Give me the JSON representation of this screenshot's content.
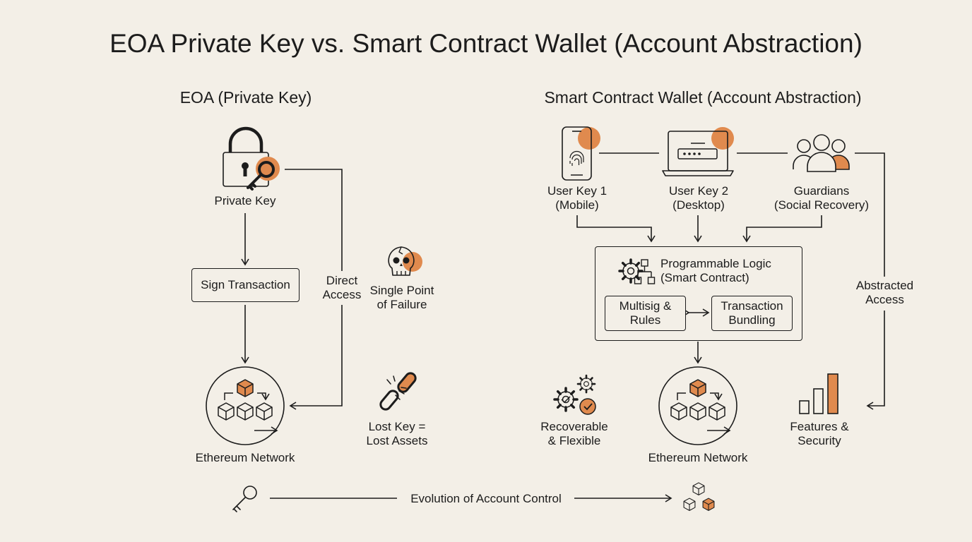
{
  "title": "EOA Private Key vs. Smart Contract Wallet (Account Abstraction)",
  "eoa": {
    "heading": "EOA (Private Key)",
    "private_key": "Private Key",
    "sign_transaction": "Sign Transaction",
    "direct_access_1": "Direct",
    "direct_access_2": "Access",
    "spof_1": "Single Point",
    "spof_2": "of Failure",
    "network": "Ethereum Network",
    "lost_1": "Lost Key =",
    "lost_2": "Lost Assets"
  },
  "scw": {
    "heading": "Smart Contract Wallet (Account Abstraction)",
    "key1_1": "User Key 1",
    "key1_2": "(Mobile)",
    "key2_1": "User Key 2",
    "key2_2": "(Desktop)",
    "guardians_1": "Guardians",
    "guardians_2": "(Social Recovery)",
    "logic_1": "Programmable Logic",
    "logic_2": "(Smart Contract)",
    "multisig_1": "Multisig &",
    "multisig_2": "Rules",
    "bundling_1": "Transaction",
    "bundling_2": "Bundling",
    "abstracted_1": "Abstracted",
    "abstracted_2": "Access",
    "recoverable_1": "Recoverable",
    "recoverable_2": "& Flexible",
    "network": "Ethereum Network",
    "features_1": "Features &",
    "features_2": "Security"
  },
  "footer": {
    "evolution": "Evolution of Account Control"
  },
  "colors": {
    "accent": "#e08a4e",
    "ink": "#1c1c1c",
    "background": "#f3efe7"
  }
}
